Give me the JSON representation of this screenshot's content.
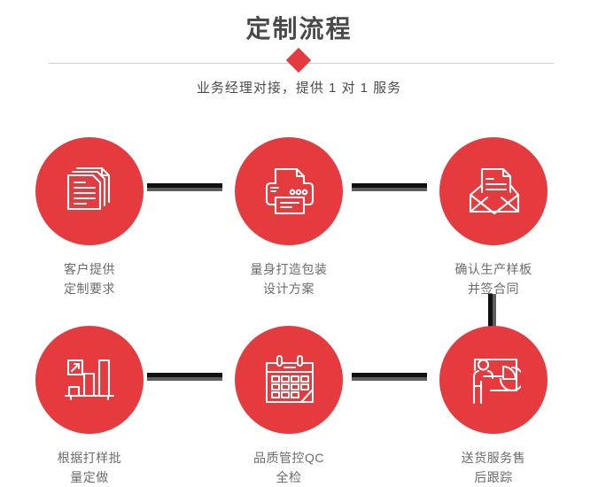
{
  "header": {
    "title": "定制流程",
    "subtitle": "业务经理对接，提供 1 对 1 服务",
    "accent_color": "#e53b3f",
    "rule_color": "#cfcfcf",
    "title_color": "#4a4a4a",
    "subtitle_color": "#4c4c4c"
  },
  "colors": {
    "circle_red": "#e53b3f",
    "connector_dark": "#111111",
    "connector_gray": "#5e5e5e",
    "label_text": "#6b6b6b",
    "background": "#ffffff"
  },
  "steps": [
    {
      "index": 1,
      "icon": "documents-stack-icon",
      "label_line1": "客户提供",
      "label_line2": "定制要求"
    },
    {
      "index": 2,
      "icon": "printer-icon",
      "label_line1": "量身打造包装",
      "label_line2": "设计方案"
    },
    {
      "index": 3,
      "icon": "envelope-document-icon",
      "label_line1": "确认生产样板",
      "label_line2": "并签合同"
    },
    {
      "index": 4,
      "icon": "bar-chart-growth-icon",
      "label_line1": "根据打样批",
      "label_line2": "量定做"
    },
    {
      "index": 5,
      "icon": "calendar-icon",
      "label_line1": "品质管控QC",
      "label_line2": "全检"
    },
    {
      "index": 6,
      "icon": "presentation-person-piechart-icon",
      "label_line1": "送货服务售",
      "label_line2": "后跟踪"
    }
  ]
}
